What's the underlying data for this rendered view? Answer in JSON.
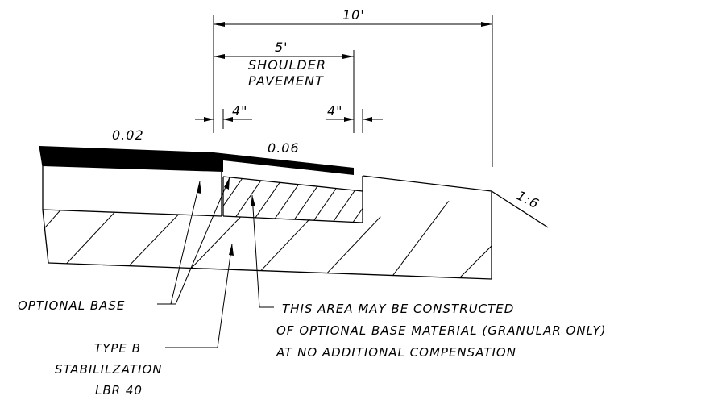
{
  "dimensions": {
    "total_width": "10'",
    "shoulder_width": "5'",
    "offset_left": "4\"",
    "offset_right": "4\"",
    "shoulder_label_line1": "SHOULDER",
    "shoulder_label_line2": "PAVEMENT"
  },
  "slopes": {
    "travel_lane": "0.02",
    "shoulder": "0.06",
    "side_slope": "1:6"
  },
  "labels": {
    "optional_base": "OPTIONAL BASE",
    "stabilization_line1": "TYPE B",
    "stabilization_line2": "STABILILZATION",
    "stabilization_line3": "LBR 40",
    "note_line1": "THIS AREA MAY BE CONSTRUCTED",
    "note_line2": "OF OPTIONAL BASE MATERIAL (GRANULAR ONLY)",
    "note_line3": "AT NO ADDITIONAL COMPENSATION"
  }
}
